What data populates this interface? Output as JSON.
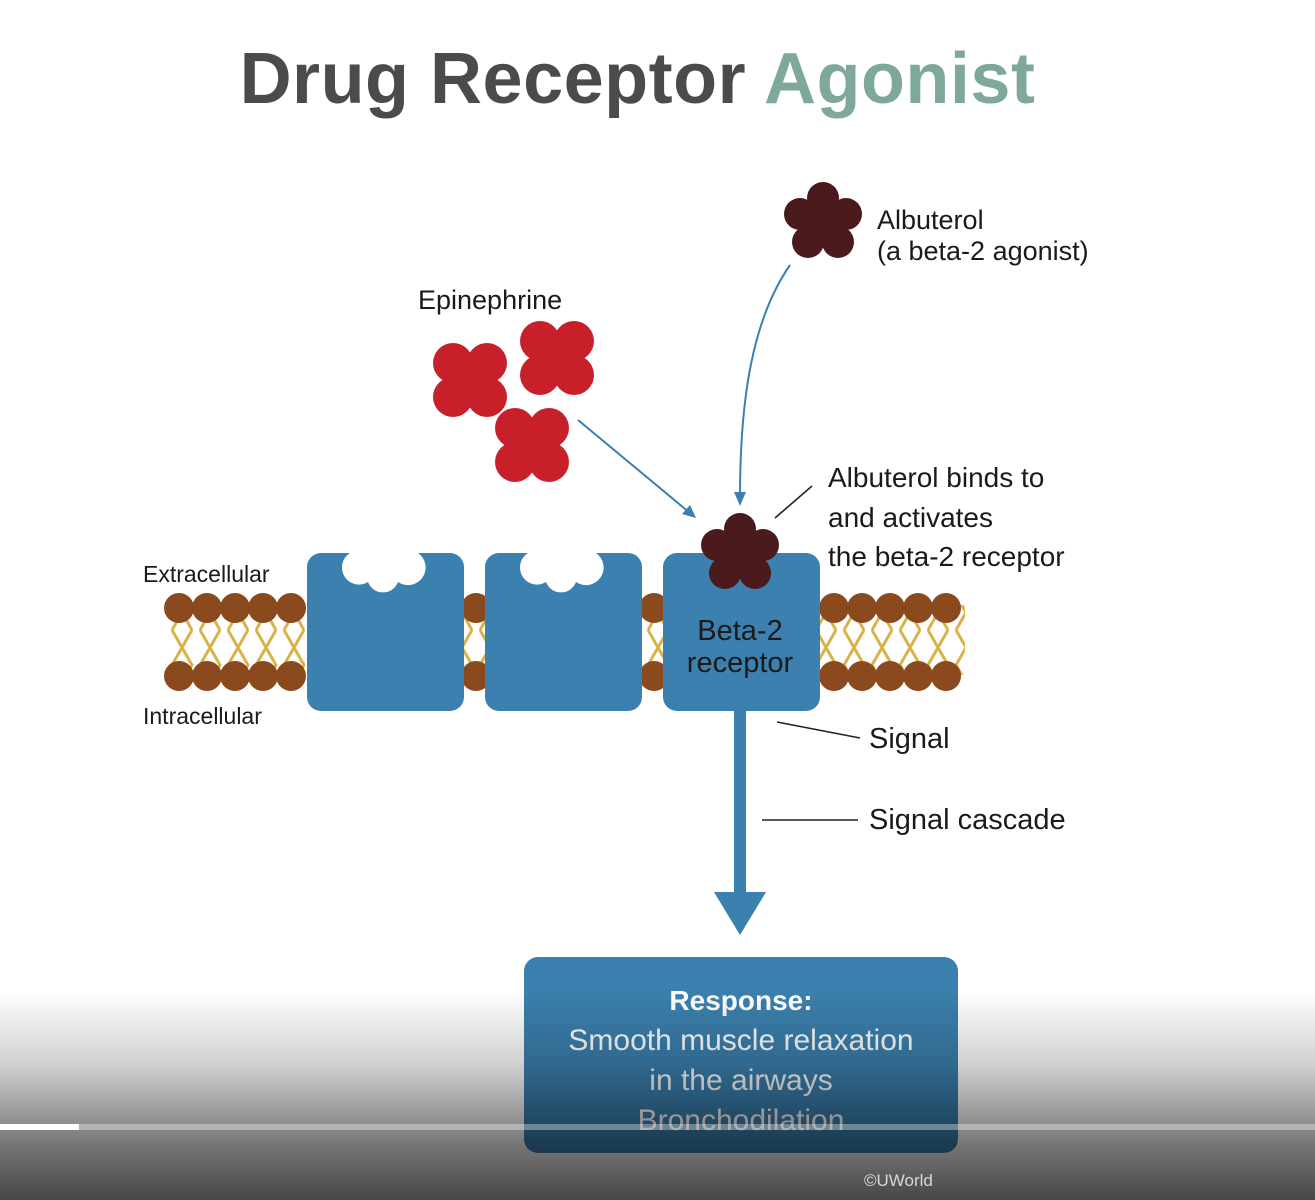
{
  "title": {
    "main": "Drug Receptor",
    "accent": "Agonist"
  },
  "labels": {
    "epinephrine": "Epinephrine",
    "albuterol_line1": "Albuterol",
    "albuterol_line2": "(a beta-2 agonist)",
    "binds_line1": "Albuterol binds to",
    "binds_line2": "and activates",
    "binds_line3": "the beta-2 receptor",
    "extracellular": "Extracellular",
    "intracellular": "Intracellular",
    "receptor_line1": "Beta-2",
    "receptor_line2": "receptor",
    "signal": "Signal",
    "signal_cascade": "Signal cascade"
  },
  "response": {
    "heading": "Response:",
    "line1": "Smooth muscle relaxation",
    "line2": "in the airways",
    "line3": "Bronchodilation"
  },
  "colors": {
    "receptor": "#3b80ae",
    "epinephrine": "#c8202a",
    "albuterol": "#4a1a1c",
    "lipid_head": "#8b4a1e",
    "lipid_tail": "#d9b24a",
    "title_accent": "#7fa89c"
  },
  "video": {
    "progress_fraction": 0.06
  },
  "copyright": "©UWorld"
}
